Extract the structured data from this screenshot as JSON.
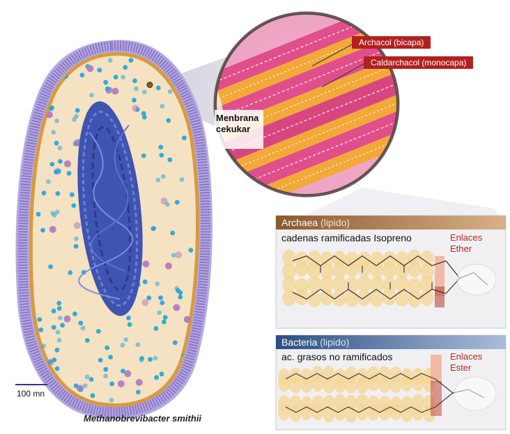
{
  "callouts": {
    "archacol": "Archacol  (bicapa)",
    "caldarchacol": "Caldarchacol (monocapa)",
    "membrane_line1": "Menbrana",
    "membrane_line2": "cekukar"
  },
  "archaea_panel": {
    "title": "Archaea",
    "title_sub": "(lipido)",
    "subtitle": "cadenas ramificadas Isopreno",
    "bond_line1": "Enlaces",
    "bond_line2": "Ether"
  },
  "bacteria_panel": {
    "title": "Bacteria",
    "title_sub": "(lipido)",
    "subtitle": "ac. grasos no ramificados",
    "bond_line1": "Enlaces",
    "bond_line2": "Ester"
  },
  "scale_bar": {
    "label": "100 mn"
  },
  "species": "Methanobrevibacter smithii",
  "colors": {
    "cell_outline": "#d89a3e",
    "cytoplasm": "#f5e2c2",
    "nucleoid": "#3f53b0",
    "ribosome": "#2aa7d8",
    "granule": "#b47cc0",
    "surface_fuzz": "#8a78c8",
    "lipid_pink": "#e04f8b",
    "lipid_orange": "#f2a93a",
    "archaea_header": "#a0683c",
    "bacteria_header": "#3a5f93",
    "label_red": "#b3201f"
  }
}
